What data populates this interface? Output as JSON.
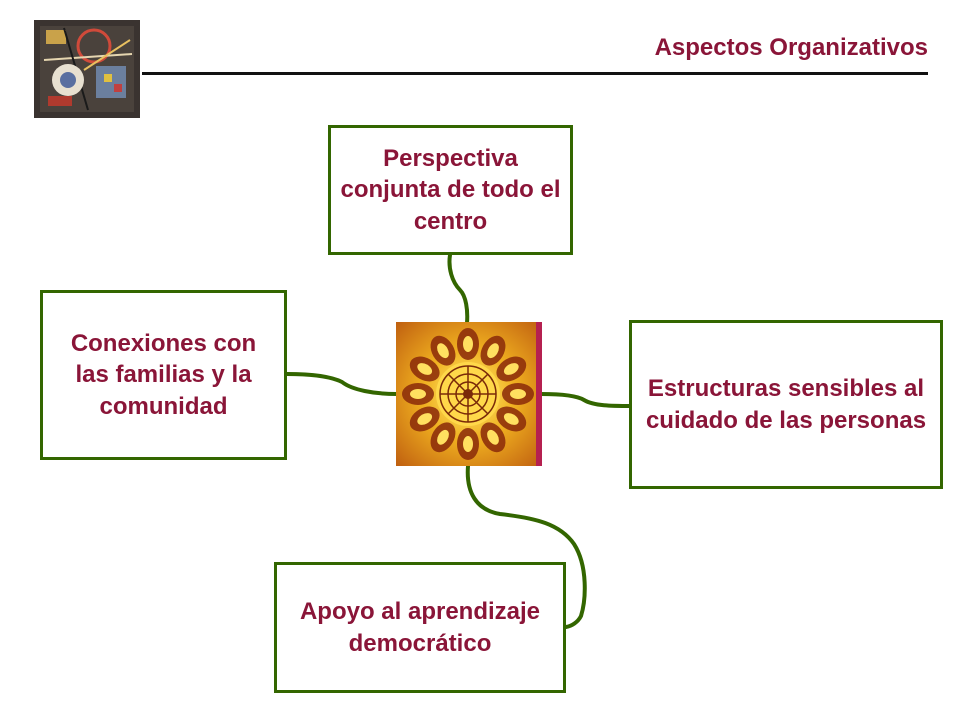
{
  "header": {
    "title": "Aspectos Organizativos",
    "logo_icon": "abstract-kandinsky-painting-icon"
  },
  "center": {
    "icon": "golden-kaleidoscope-mandala-icon"
  },
  "nodes": {
    "top": "Perspectiva conjunta de todo el centro",
    "left": "Conexiones con las familias y la comunidad",
    "right": "Estructuras sensibles al cuidado de las personas",
    "bottom": "Apoyo al aprendizaje democrático"
  },
  "colors": {
    "title": "#8a1538",
    "node_text": "#8a1538",
    "node_border": "#336600",
    "connector": "#336600"
  }
}
